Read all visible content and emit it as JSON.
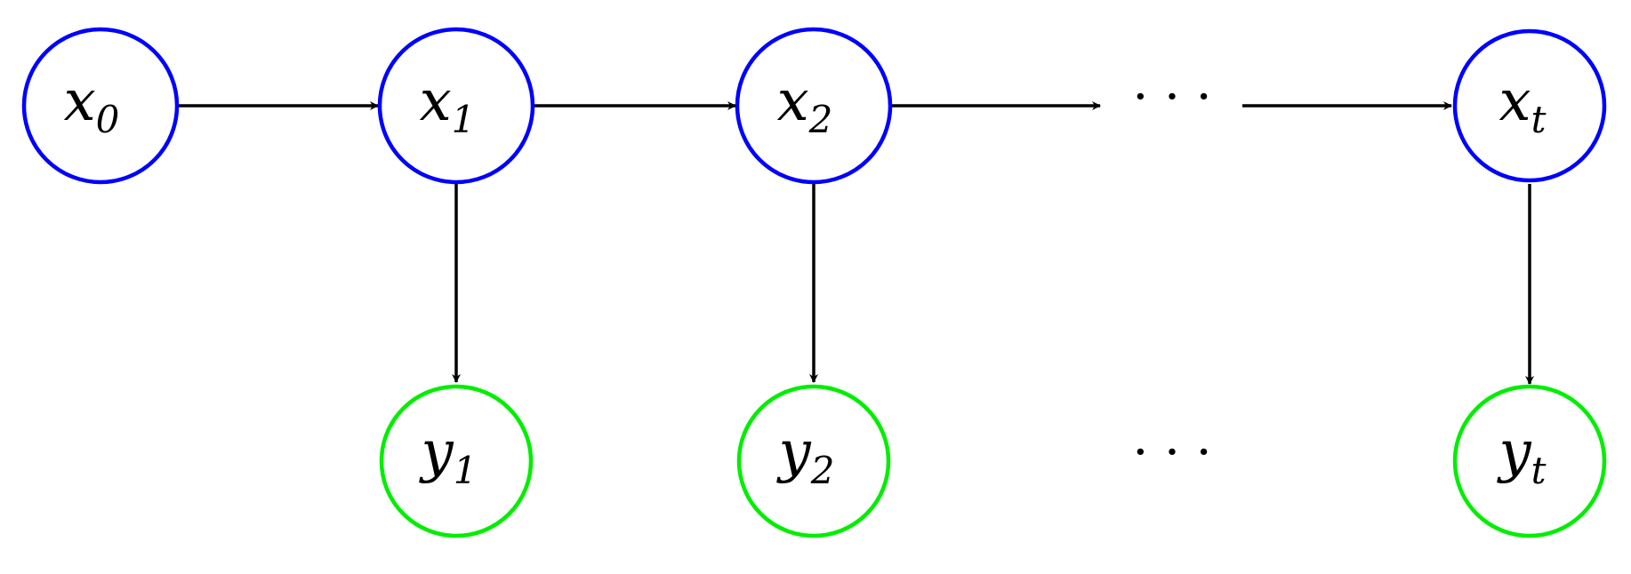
{
  "colors": {
    "hidden_state": "#0000ff",
    "observation": "#00ee00",
    "edge": "#000000"
  },
  "hidden_states": [
    {
      "var": "x",
      "sub": "0"
    },
    {
      "var": "x",
      "sub": "1"
    },
    {
      "var": "x",
      "sub": "2"
    },
    {
      "var": "x",
      "sub": "t"
    }
  ],
  "observations": [
    {
      "var": "y",
      "sub": "1"
    },
    {
      "var": "y",
      "sub": "2"
    },
    {
      "var": "y",
      "sub": "t"
    }
  ],
  "ellipsis_top": "· · ·",
  "ellipsis_bottom": "· · ·"
}
